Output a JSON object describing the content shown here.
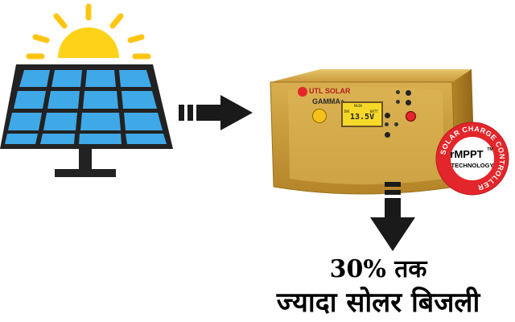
{
  "brand": "UTL SOLAR",
  "model": "GAMMA+",
  "lcd": {
    "labels": [
      "MAIN",
      "INV",
      "BATT"
    ],
    "reading": "13.5V"
  },
  "badge": {
    "ring_text": "SOLAR CHARGE CONTROLLER",
    "line1": "rMPPT",
    "tm": "TM",
    "line2": "TECHNOLOGY"
  },
  "headline": {
    "line1": "30% तक",
    "line2": "ज्यादा सोलर बिजली"
  },
  "colors": {
    "sun": "#FFD21A",
    "panel_cell": "#3FA9E8",
    "panel_frame": "#222222",
    "inverter_body": "#D4A640",
    "badge_red": "#E3262B",
    "arrow": "#1a1a1a"
  }
}
